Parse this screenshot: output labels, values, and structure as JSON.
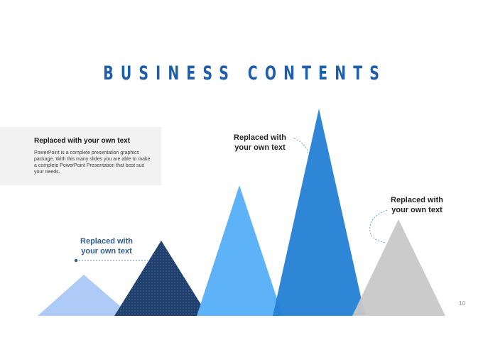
{
  "slide": {
    "title": "BUSINESS CONTENTS",
    "page_number": "10",
    "textbox": {
      "heading": "Replaced with your own text",
      "body": "PowerPoint is a complete presentation graphics package. With this many slides you are able to make a complete PowerPoint Presentation that best suit your needs."
    },
    "callouts": [
      {
        "line1": "Replaced with",
        "line2": "your own text"
      },
      {
        "line1": "Replaced with",
        "line2": "your own text"
      },
      {
        "line1": "Replaced with",
        "line2": "your own text"
      }
    ],
    "colors": {
      "title": "#1f5ea8",
      "light_blue_triangle": "#a9c8f5",
      "navy_dotted_triangle": "#1e3e6b",
      "sky_blue_triangle": "#5eb3f8",
      "royal_blue_triangle": "#2580d4",
      "gray_triangle": "#c8c8c8"
    }
  }
}
